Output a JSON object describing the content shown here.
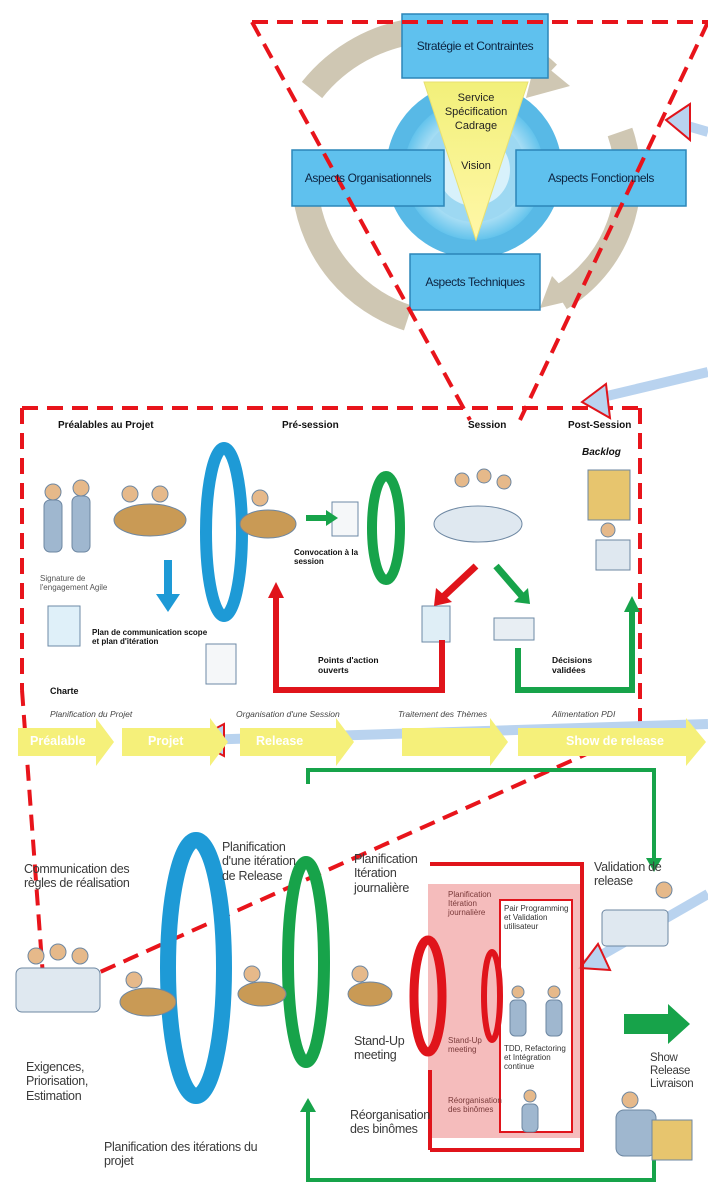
{
  "top_cycle": {
    "strategie": "Stratégie et Contraintes",
    "organisationnels": "Aspects Organisationnels",
    "fonctionnels": "Aspects Fonctionnels",
    "techniques": "Aspects Techniques",
    "center_lines": [
      "Service",
      "Spécification",
      "Cadrage",
      "Vision"
    ]
  },
  "middle": {
    "headers": [
      "Préalables au Projet",
      "Pré-session",
      "Session",
      "Post-Session"
    ],
    "backlog": "Backlog",
    "signature": "Signature de l'engagement Agile",
    "plan_comm": "Plan de communication scope et plan d'itération",
    "charte": "Charte",
    "convocation": "Convocation à la session",
    "points_action": "Points d'action ouverts",
    "decisions": "Décisions validées",
    "footers": [
      "Planification du Projet",
      "Organisation d'une Session",
      "Traitement des Thèmes",
      "Alimentation PDI"
    ]
  },
  "bottom": {
    "steps": [
      "Préalable",
      "Projet",
      "Release",
      "",
      "Show de release"
    ],
    "communication": "Communication des règles de réalisation",
    "exigences": "Exigences, Priorisation, Estimation",
    "planif_iterations": "Planification des itérations du projet",
    "planif_release": "Planification d'une itération de Release",
    "planif_jour": "Planification Itération journalière",
    "standup": "Stand-Up meeting",
    "reorg": "Réorganisation des binômes",
    "validation": "Validation de release",
    "show": "Show Release Livraison",
    "inner_left": [
      "Planification Itération journalière",
      "Stand-Up meeting",
      "Réorganisation des binômes"
    ],
    "inner_right": [
      "Pair Programming et Validation utilisateur",
      "TDD, Refactoring et Intégration continue"
    ]
  },
  "colors": {
    "red_dash": "#e8141b",
    "blue": "#1e9ad6",
    "green": "#17a34a",
    "red": "#e0141b",
    "yellow": "#f5f07a",
    "box_blue": "#5fc1ee",
    "pink": "#f3b0b0"
  }
}
